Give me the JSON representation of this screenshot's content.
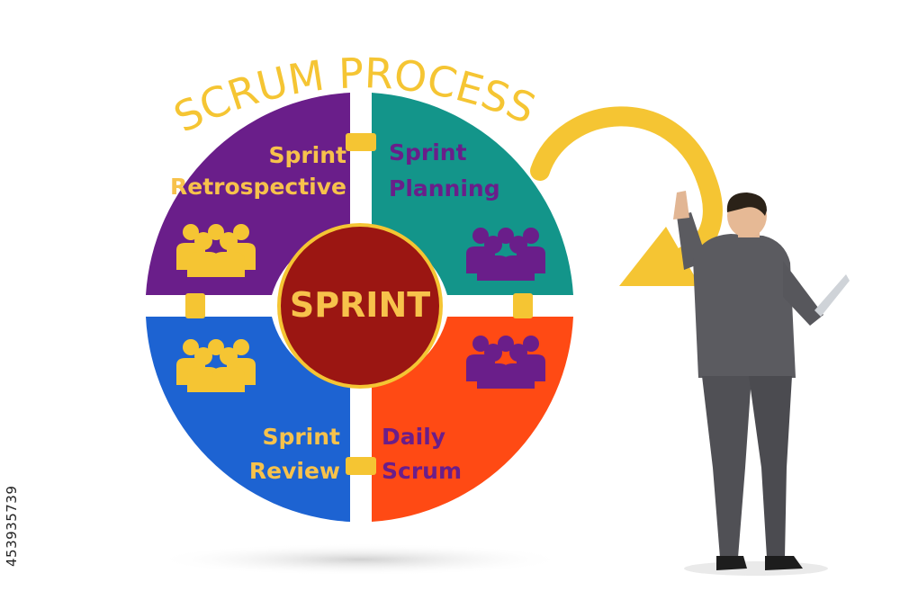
{
  "title": "SCRUM PROCESS",
  "center_label": "SPRINT",
  "stock_id": "453935739",
  "quadrants": [
    {
      "id": "retrospective",
      "line1": "Sprint",
      "line2": "Retrospective"
    },
    {
      "id": "planning",
      "line1": "Sprint",
      "line2": "Planning"
    },
    {
      "id": "review",
      "line1": "Sprint",
      "line2": "Review"
    },
    {
      "id": "daily",
      "line1": "Daily",
      "line2": "Scrum"
    }
  ],
  "colors": {
    "retrospective": "#6a1e8a",
    "planning": "#13958a",
    "review": "#1d63d2",
    "daily": "#ff4a14",
    "center": "#9b1612",
    "gold": "#f5c533",
    "purple_text": "#6a1e8a",
    "orange_text": "#f7c24b"
  },
  "icons": [
    "people-group-icon",
    "cycle-arrow-icon"
  ]
}
